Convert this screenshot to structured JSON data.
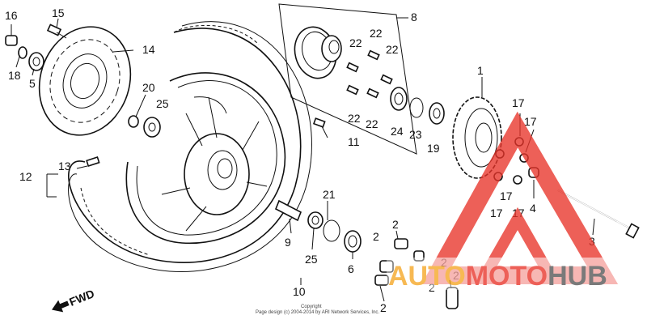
{
  "callouts": {
    "c1": "1",
    "c2a": "2",
    "c2b": "2",
    "c2c": "2",
    "c2d": "2",
    "c2e": "2",
    "c2f": "2",
    "c3": "3",
    "c4": "4",
    "c5": "5",
    "c6": "6",
    "c8": "8",
    "c9": "9",
    "c10": "10",
    "c11": "11",
    "c12": "12",
    "c13": "13",
    "c14": "14",
    "c15": "15",
    "c16": "16",
    "c17a": "17",
    "c17b": "17",
    "c17c": "17",
    "c17d": "17",
    "c17e": "17",
    "c18": "18",
    "c19": "19",
    "c20": "20",
    "c21": "21",
    "c22a": "22",
    "c22b": "22",
    "c22c": "22",
    "c22d": "22",
    "c23": "23",
    "c24": "24",
    "c25a": "25",
    "c25b": "25"
  },
  "fwd_label": "FWD",
  "copyright_line1": "Copyright",
  "copyright_line2": "Page design (c) 2004-2014 by ARI Network Services, Inc.",
  "watermark": {
    "part1": "AUTO",
    "part2": "MOTO",
    "part3": "HUB",
    "color_red": "#e8342a",
    "color_orange": "#f5a623",
    "color_gray": "#555555"
  }
}
